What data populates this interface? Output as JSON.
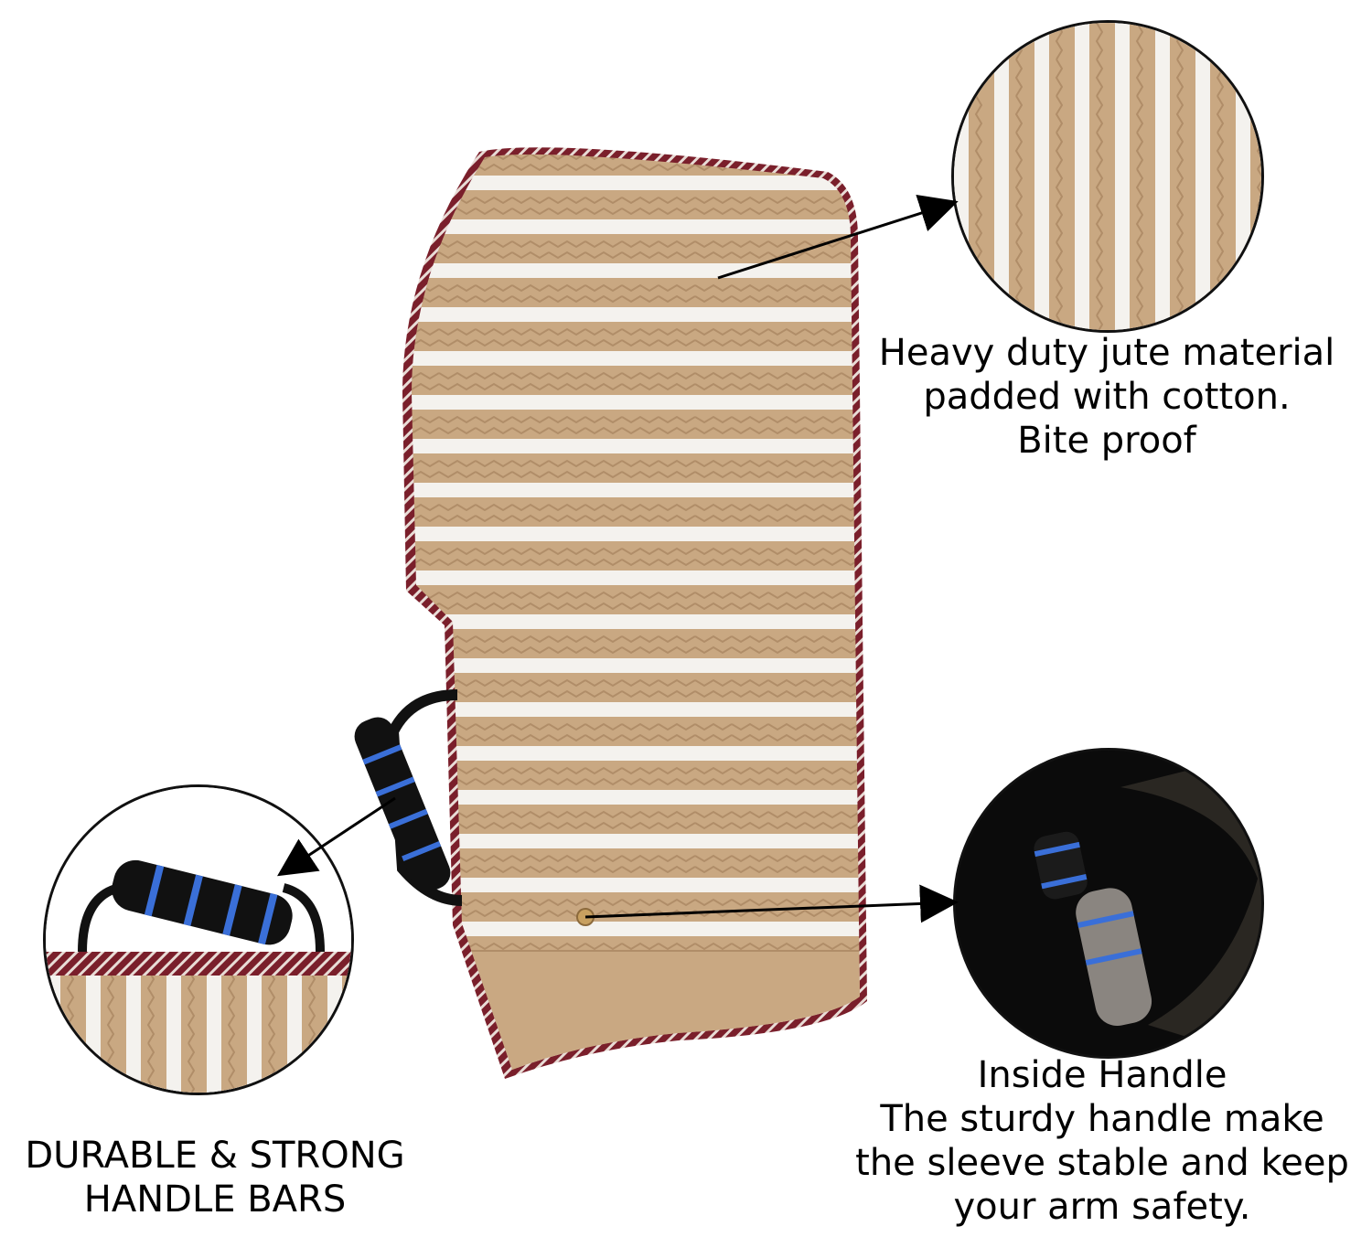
{
  "captions": {
    "material": {
      "line1": "Heavy duty jute material",
      "line2": "padded with cotton.",
      "line3": "Bite proof"
    },
    "handle_bars": {
      "line1": "DURABLE & STRONG",
      "line2": "HANDLE BARS"
    },
    "inside_handle": {
      "line1": "Inside Handle",
      "line2": "The sturdy handle make",
      "line3": "the sleeve stable and keep",
      "line4": "your arm safety."
    }
  },
  "colors": {
    "jute": "#c9a882",
    "stripe": "#f4f2ee",
    "trim": "#7a1f2b",
    "foam": "#111111",
    "foam_ring": "#3a6fd8"
  }
}
